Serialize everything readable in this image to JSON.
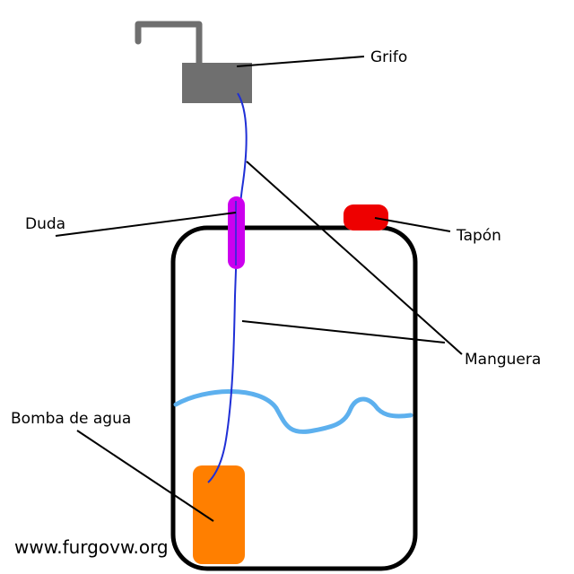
{
  "labels": {
    "grifo": "Grifo",
    "duda": "Duda",
    "tapon": "Tapón",
    "manguera": "Manguera",
    "bomba": "Bomba de agua"
  },
  "watermark": "www.furgovw.org",
  "colors": {
    "faucet": "#6f6f6f",
    "hose": "#1f2fd6",
    "duda": "#cc00ee",
    "cap": "#ee0000",
    "pump": "#ff7f00",
    "water": "#5db0ee",
    "container": "#000000",
    "leader": "#000000"
  }
}
